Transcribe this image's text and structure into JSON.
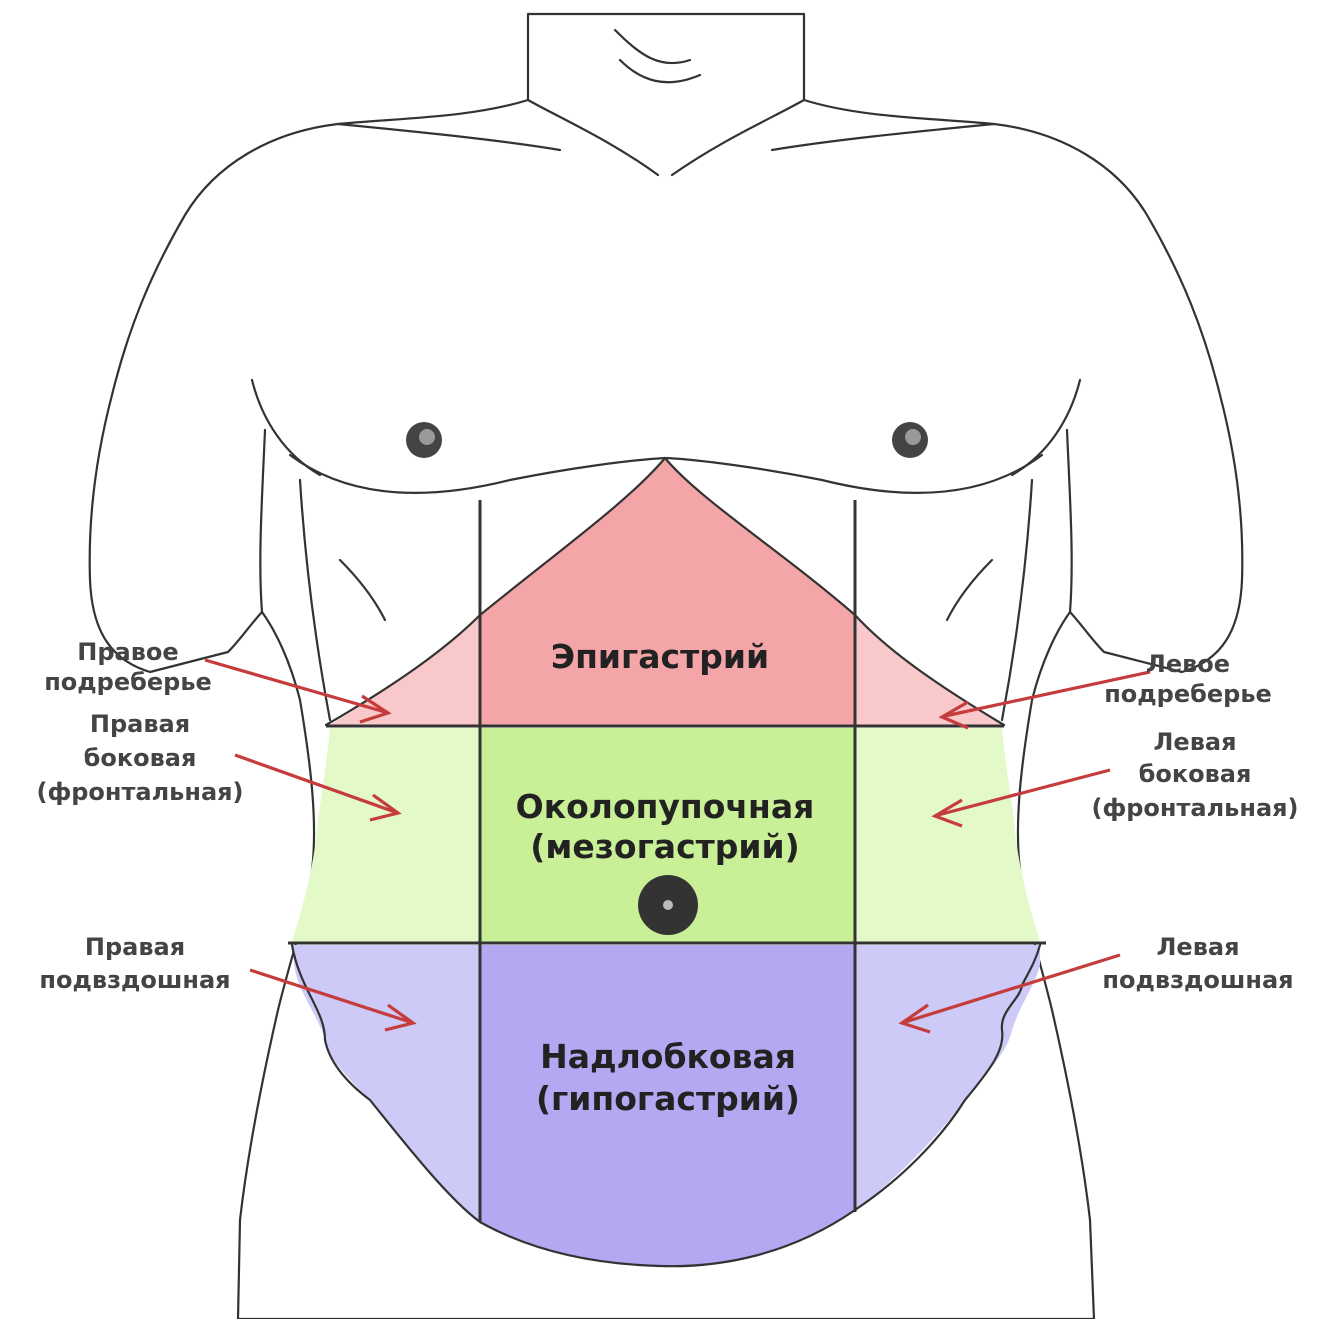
{
  "colors": {
    "skin": "#d6d6d6",
    "outline": "#333333",
    "epigastric": "#f4a5a8",
    "hypochondrium": "#f9c8ca",
    "mesogastric": "#c9ef97",
    "lateral": "#e3f9c8",
    "hypogastric": "#b3a8f1",
    "iliac": "#cdcaf7",
    "arrow": "#c63b3b",
    "label_text": "#444444",
    "center_text": "#222222"
  },
  "regions": {
    "epigastric": {
      "line1": "Эпигастрий"
    },
    "mesogastric": {
      "line1": "Околопупочная",
      "line2": "(мезогастрий)"
    },
    "hypogastric": {
      "line1": "Надлобковая",
      "line2": "(гипогастрий)"
    }
  },
  "labels": {
    "right_hypochondrium": {
      "line1": "Правое",
      "line2": "подреберье"
    },
    "left_hypochondrium": {
      "line1": "Левое",
      "line2": "подреберье"
    },
    "right_lateral": {
      "line1": "Правая",
      "line2": "боковая",
      "line3": "(фронтальная)"
    },
    "left_lateral": {
      "line1": "Левая",
      "line2": "боковая",
      "line3": "(фронтальная)"
    },
    "right_iliac": {
      "line1": "Правая",
      "line2": "подвздошная"
    },
    "left_iliac": {
      "line1": "Левая",
      "line2": "подвздошная"
    }
  }
}
